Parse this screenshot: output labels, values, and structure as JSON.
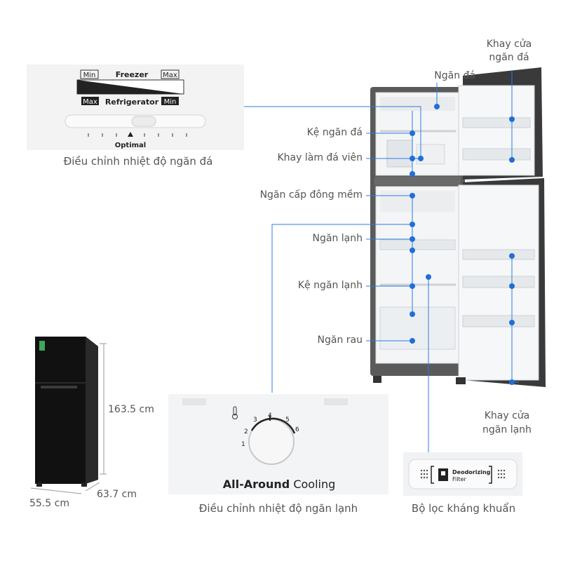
{
  "freezer_panel": {
    "label_min": "Min",
    "label_max": "Max",
    "freezer": "Freezer",
    "refrigerator": "Refrigerator",
    "optimal": "Optimal",
    "caption": "Điều chỉnh nhiệt độ ngăn đá"
  },
  "fridge_panel": {
    "dial_marks": [
      "1",
      "2",
      "3",
      "4",
      "5",
      "6"
    ],
    "title_bold": "All-Around",
    "title_rest": " Cooling",
    "caption": "Điều chỉnh nhiệt độ ngăn lạnh"
  },
  "filter_panel": {
    "line1": "Deodorizing",
    "line2": "Filter",
    "caption": "Bộ lọc kháng khuẩn"
  },
  "callouts": {
    "ngan_da": "Ngăn đá",
    "ke_ngan_da": "Kệ ngăn đá",
    "khay_lam_da": "Khay làm đá viên",
    "ngan_cap_dong": "Ngăn cấp đông mềm",
    "ngan_lanh": "Ngăn lạnh",
    "ke_ngan_lanh": "Kệ ngăn lạnh",
    "ngan_rau": "Ngăn rau",
    "khay_cua_ngan_da_1": "Khay cửa",
    "khay_cua_ngan_da_2": "ngăn đá",
    "khay_cua_ngan_lanh_1": "Khay cửa",
    "khay_cua_ngan_lanh_2": "ngăn lạnh"
  },
  "dimensions": {
    "height": "163.5 cm",
    "depth": "63.7 cm",
    "width": "55.5 cm"
  },
  "colors": {
    "accent_dot": "#1e6fd9",
    "leader_line": "#2c7be5"
  }
}
